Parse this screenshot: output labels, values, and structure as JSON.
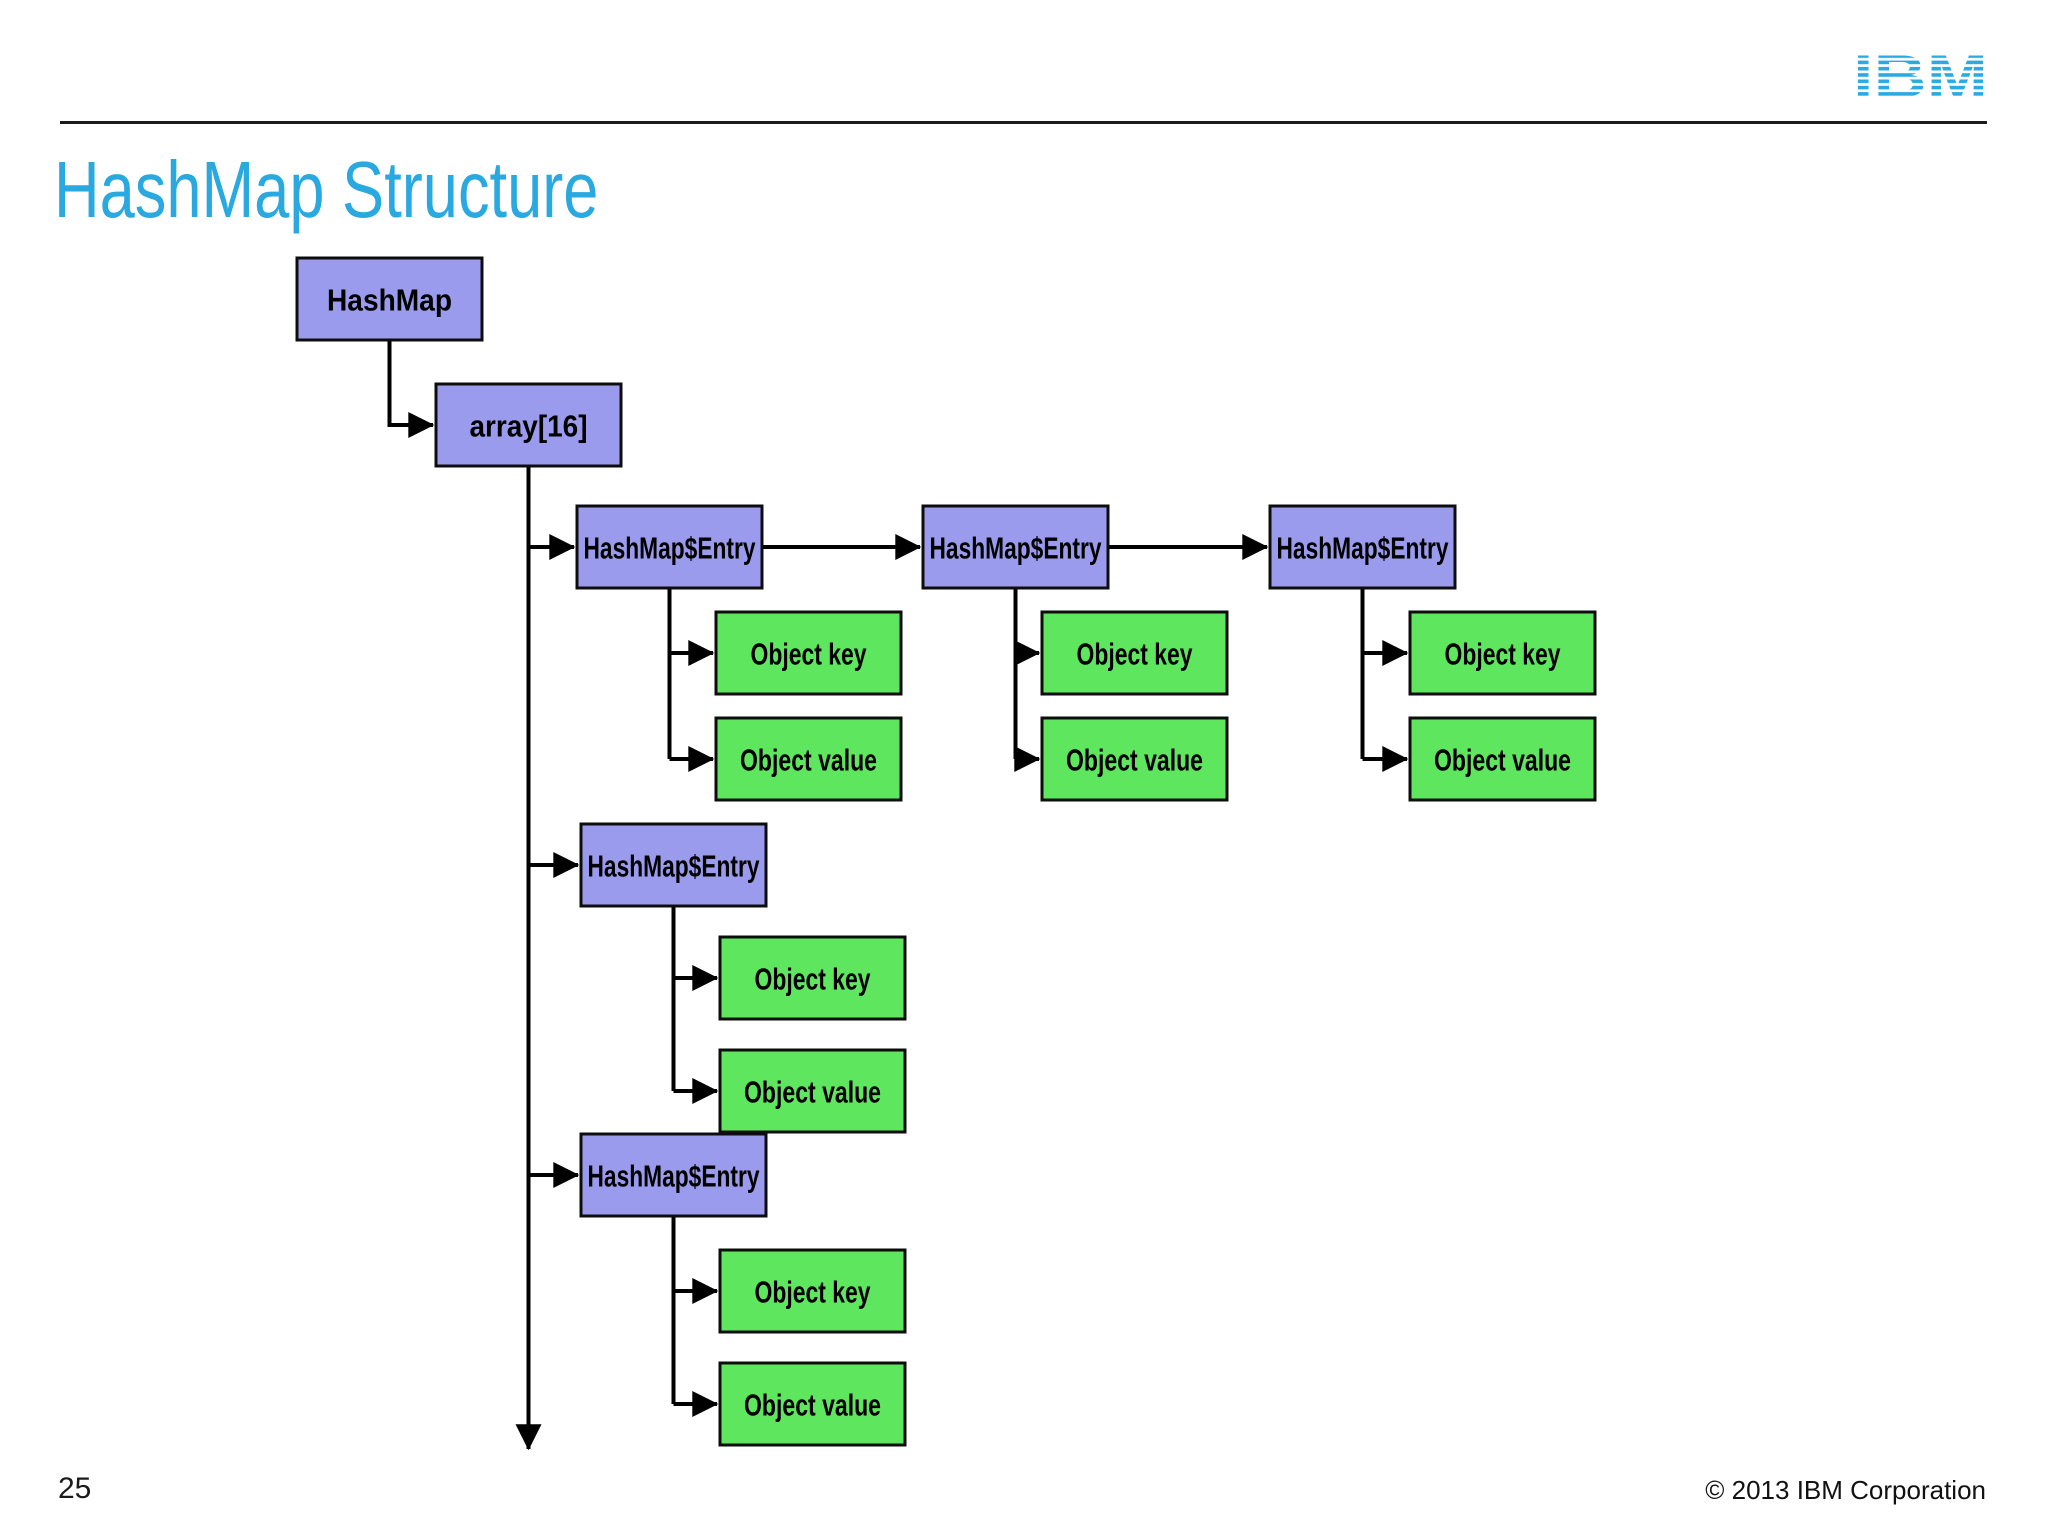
{
  "title": "HashMap Structure",
  "logo": {
    "text": "IBM"
  },
  "footer": {
    "page_number": "25",
    "copyright": "© 2013 IBM Corporation"
  },
  "colors": {
    "title_text": "#29a9e0",
    "logo_blue": "#2baae2",
    "node_purple": "#9b9bee",
    "node_green": "#5fe65f",
    "line_black": "#000000",
    "rule_dark": "#1b1b1b"
  },
  "diagram": {
    "nodes": [
      {
        "id": "hashmap",
        "label": "HashMap",
        "type": "purple"
      },
      {
        "id": "array",
        "label": "array[16]",
        "type": "purple"
      },
      {
        "id": "entry_0_0",
        "label": "HashMap$Entry",
        "type": "purple"
      },
      {
        "id": "key_0_0",
        "label": "Object key",
        "type": "green"
      },
      {
        "id": "value_0_0",
        "label": "Object value",
        "type": "green"
      },
      {
        "id": "entry_0_1",
        "label": "HashMap$Entry",
        "type": "purple"
      },
      {
        "id": "key_0_1",
        "label": "Object key",
        "type": "green"
      },
      {
        "id": "value_0_1",
        "label": "Object value",
        "type": "green"
      },
      {
        "id": "entry_0_2",
        "label": "HashMap$Entry",
        "type": "purple"
      },
      {
        "id": "key_0_2",
        "label": "Object key",
        "type": "green"
      },
      {
        "id": "value_0_2",
        "label": "Object value",
        "type": "green"
      },
      {
        "id": "entry_1",
        "label": "HashMap$Entry",
        "type": "purple"
      },
      {
        "id": "key_1",
        "label": "Object key",
        "type": "green"
      },
      {
        "id": "value_1",
        "label": "Object value",
        "type": "green"
      },
      {
        "id": "entry_2",
        "label": "HashMap$Entry",
        "type": "purple"
      },
      {
        "id": "key_2",
        "label": "Object key",
        "type": "green"
      },
      {
        "id": "value_2",
        "label": "Object value",
        "type": "green"
      }
    ],
    "edges": [
      [
        "hashmap",
        "array"
      ],
      [
        "array",
        "entry_0_0"
      ],
      [
        "array",
        "entry_1"
      ],
      [
        "array",
        "entry_2"
      ],
      [
        "entry_0_0",
        "entry_0_1"
      ],
      [
        "entry_0_1",
        "entry_0_2"
      ],
      [
        "entry_0_0",
        "key_0_0"
      ],
      [
        "entry_0_0",
        "value_0_0"
      ],
      [
        "entry_0_1",
        "key_0_1"
      ],
      [
        "entry_0_1",
        "value_0_1"
      ],
      [
        "entry_0_2",
        "key_0_2"
      ],
      [
        "entry_0_2",
        "value_0_2"
      ],
      [
        "entry_1",
        "key_1"
      ],
      [
        "entry_1",
        "value_1"
      ],
      [
        "entry_2",
        "key_2"
      ],
      [
        "entry_2",
        "value_2"
      ]
    ]
  }
}
